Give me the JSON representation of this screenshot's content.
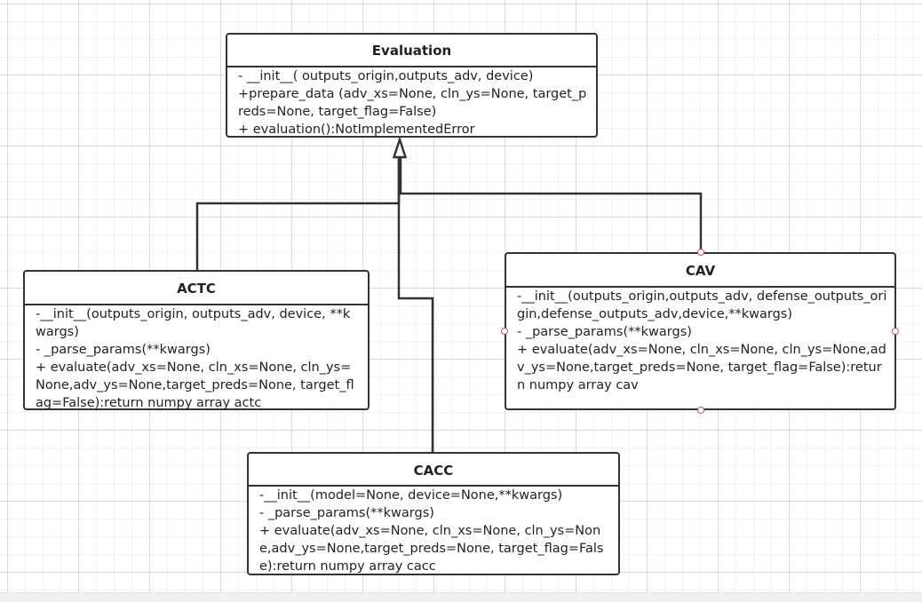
{
  "diagram": {
    "classes": [
      {
        "id": "evaluation",
        "name": "Evaluation",
        "members": [
          "- __init__( outputs_origin,outputs_adv, device)",
          "+prepare_data  (adv_xs=None, cln_ys=None, target_preds=None, target_flag=False)",
          "+ evaluation():NotImplementedError"
        ]
      },
      {
        "id": "actc",
        "name": "ACTC",
        "members": [
          "-__init__(outputs_origin, outputs_adv, device, **kwargs)",
          "- _parse_params(**kwargs)",
          "+ evaluate(adv_xs=None, cln_xs=None, cln_ys=None,adv_ys=None,target_preds=None, target_flag=False):return numpy array actc"
        ]
      },
      {
        "id": "cav",
        "name": "CAV",
        "members": [
          "-__init__(outputs_origin,outputs_adv, defense_outputs_origin,defense_outputs_adv,device,**kwargs)",
          "- _parse_params(**kwargs)",
          "+ evaluate(adv_xs=None, cln_xs=None, cln_ys=None,adv_ys=None,target_preds=None, target_flag=False):return numpy array cav"
        ]
      },
      {
        "id": "cacc",
        "name": "CACC",
        "members": [
          "-__init__(model=None, device=None,**kwargs)",
          "- _parse_params(**kwargs)",
          "+ evaluate(adv_xs=None, cln_xs=None, cln_ys=None,adv_ys=None,target_preds=None, target_flag=False):return numpy array cacc"
        ]
      }
    ],
    "relations": [
      {
        "from": "actc",
        "to": "evaluation",
        "type": "generalization"
      },
      {
        "from": "cav",
        "to": "evaluation",
        "type": "generalization"
      },
      {
        "from": "cacc",
        "to": "evaluation",
        "type": "generalization"
      }
    ]
  }
}
